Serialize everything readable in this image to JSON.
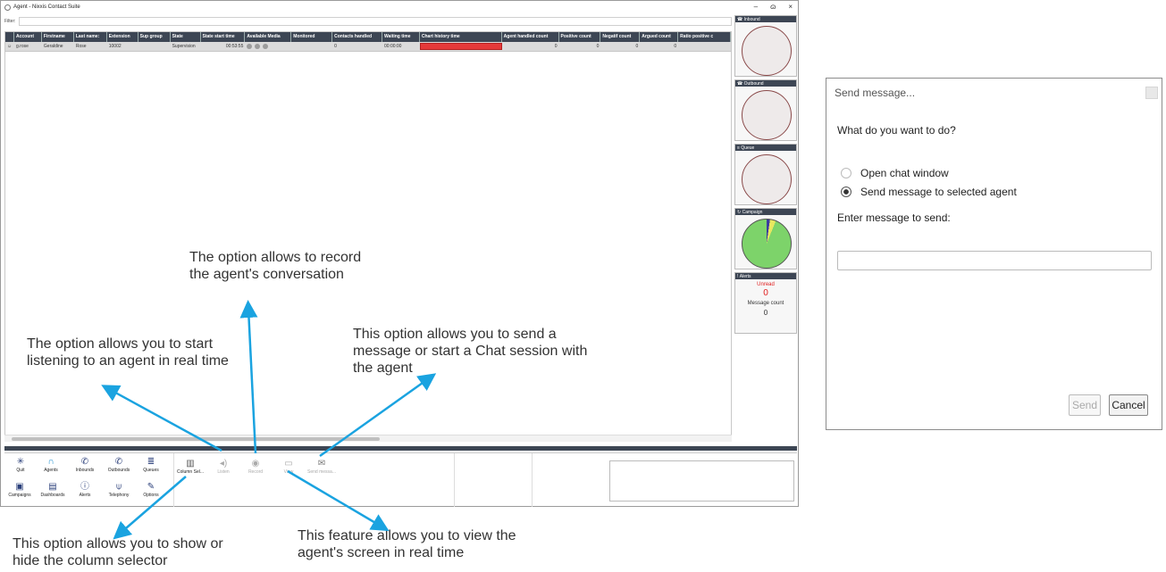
{
  "window": {
    "title": "Agent - Nixxis Contact Suite",
    "minimize": "–",
    "restore": "ɷ",
    "close": "×"
  },
  "filter": {
    "label": "Filter:"
  },
  "grid": {
    "columns": [
      "",
      "Account",
      "Firstname",
      "Last name:",
      "Extension",
      "Sup group",
      "State",
      "State start time",
      "Available Media",
      "Monitored",
      "Contacts handled",
      "Waiting time",
      "Chart history time",
      "Agent handled count",
      "Positive count",
      "Negatif count",
      "Argued count",
      "Ratio positive c"
    ],
    "rows": [
      {
        "account": "g.rose",
        "firstname": "Geraldine",
        "lastname": "Rose",
        "extension": "10002",
        "supgroup": "",
        "state": "Supervision",
        "state_start": "00:53:55",
        "monitored": "",
        "contacts": "0",
        "waiting": "00:00:00",
        "agent_handled": "0",
        "positive": "0",
        "negatif": "0",
        "argued": "0"
      }
    ]
  },
  "side": {
    "inbound": "Inbound",
    "outbound": "Outbound",
    "queue": "Queue",
    "campaign": "Campaign",
    "alerts": {
      "title": "Alerts",
      "unread_label": "Unread",
      "unread": "0",
      "count_label": "Message count",
      "count": "0"
    }
  },
  "toolbar": {
    "quit": "Quit",
    "agents": "Agents",
    "inbounds": "Inbounds",
    "outbounds": "Outbounds",
    "queues": "Queues",
    "campaigns": "Campaigns",
    "dashboards": "Dashboards",
    "alerts": "Alerts",
    "telephony": "Telephony",
    "options": "Options",
    "column_sel": "Column Sel...",
    "listen": "Listen",
    "record": "Record",
    "view": "View",
    "send_message": "Send messa..."
  },
  "annotations": {
    "record": "The option allows to record the agent's conversation",
    "listen": "The option allows you to start listening to an agent in real time",
    "send": "This option allows you to send a message or start a Chat session with the agent",
    "column": "This option allows you to show or hide the column selector",
    "view": "This feature allows you to view the agent's screen in real time"
  },
  "dialog": {
    "title": "Send message...",
    "question": "What do you want to do?",
    "option_chat": "Open chat window",
    "option_send": "Send message to selected agent",
    "enter_label": "Enter message to send:",
    "send": "Send",
    "cancel": "Cancel"
  },
  "colors": {
    "header": "#3d4654",
    "chartbar": "#e53a3a",
    "arrow": "#1aa3e0",
    "campaign_pie": "#7dd36a"
  }
}
